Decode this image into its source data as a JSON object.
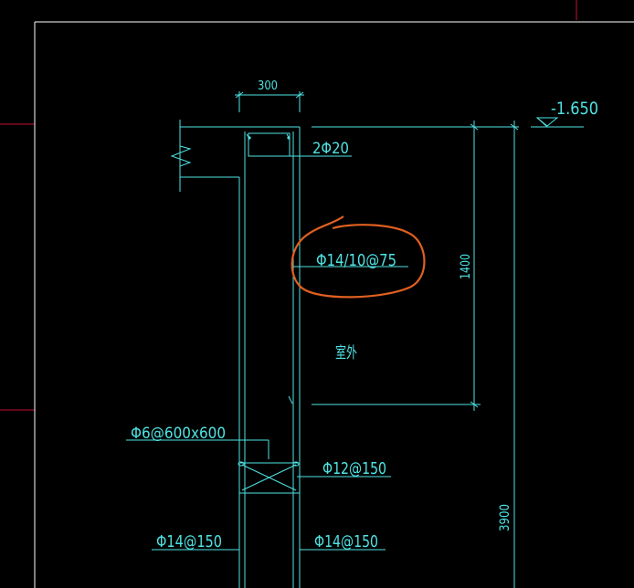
{
  "colors": {
    "background": "#000000",
    "frame": "#ffffff",
    "linework": "#4fe3e3",
    "border_red": "#c8102e",
    "highlight_circle": "#e06020"
  },
  "labels": {
    "width_dim": "300",
    "top_bars": "2Φ20",
    "level": "-1.650",
    "circled_rebar": "Φ14/10@75",
    "depth_dim": "1400",
    "outdoor": "室外",
    "tie_spec": "Φ6@600x600",
    "cross_bar": "Φ12@150",
    "left_bar": "Φ14@150",
    "right_bar": "Φ14@150",
    "height_dim": "3900"
  }
}
